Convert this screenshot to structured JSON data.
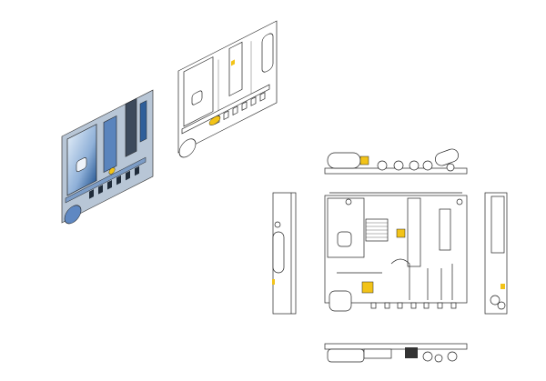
{
  "colors": {
    "background": "#ffffff",
    "line": "#222222",
    "highlight_valve": "#f2c318",
    "shaded_body_light": "#c9dcf0",
    "shaded_body_dark": "#2f5f9a"
  },
  "views": [
    {
      "id": "iso-shaded",
      "icon": "isometric-shaded-view"
    },
    {
      "id": "iso-line",
      "icon": "isometric-line-view"
    },
    {
      "id": "top",
      "icon": "top-view"
    },
    {
      "id": "front",
      "icon": "front-view"
    },
    {
      "id": "left",
      "icon": "left-side-view"
    },
    {
      "id": "right",
      "icon": "right-side-view"
    },
    {
      "id": "bottom",
      "icon": "bottom-view"
    }
  ]
}
